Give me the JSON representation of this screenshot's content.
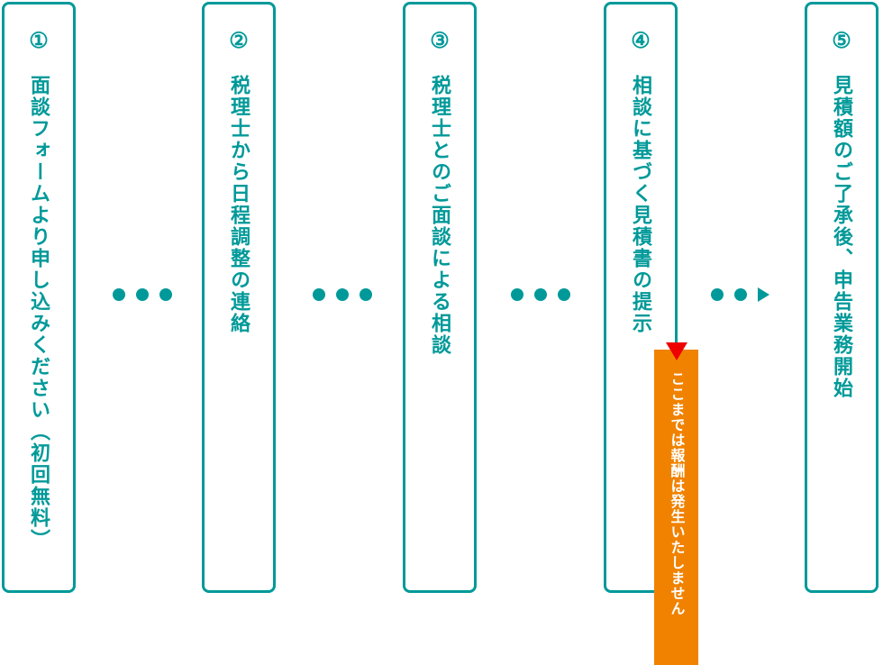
{
  "colors": {
    "accent": "#009999",
    "note": "#f08200",
    "pointer": "#ee0000"
  },
  "steps": [
    {
      "num": "①",
      "text": "面談フォームより申し込みください（初回無料）"
    },
    {
      "num": "②",
      "text": "税理士から日程調整の連絡"
    },
    {
      "num": "③",
      "text": "税理士とのご面談による相談"
    },
    {
      "num": "④",
      "text": "相談に基づく見積書の提示"
    },
    {
      "num": "⑤",
      "text": "見積額のご了承後、申告業務開始"
    }
  ],
  "note": {
    "text": "ここまでは報酬は発生いたしません"
  }
}
